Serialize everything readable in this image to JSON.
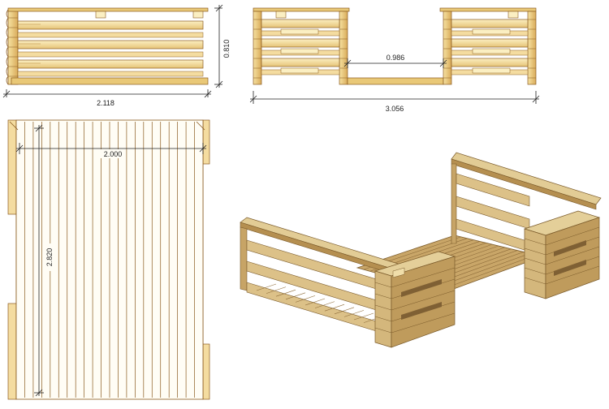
{
  "dimensions": {
    "side_width": "2.118",
    "side_height": "0.810",
    "front_gap": "0.986",
    "front_width": "3.056",
    "floor_width": "2.000",
    "floor_depth": "2.820"
  },
  "colors": {
    "wood_light": "#f7e6a6",
    "wood_mid": "#e7c879",
    "wood_dark": "#c9943f",
    "outline": "#8a5a1e",
    "dimension_line": "#222222",
    "iso_light": "#d9bf83",
    "iso_mid": "#c3a064",
    "iso_dark": "#9d7a45"
  }
}
